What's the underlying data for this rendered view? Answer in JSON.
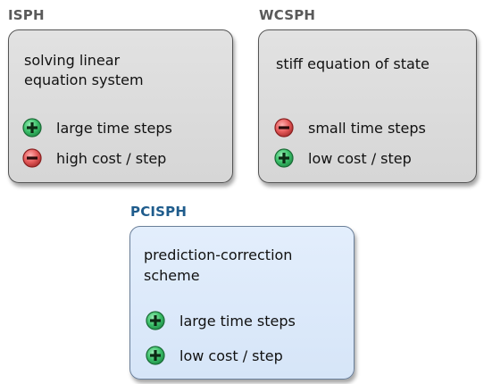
{
  "cards": {
    "isph": {
      "title": "ISPH",
      "desc_line1": "solving linear",
      "desc_line2": "equation system",
      "items": [
        {
          "sign": "plus",
          "label": "large time steps"
        },
        {
          "sign": "minus",
          "label": "high cost / step"
        }
      ]
    },
    "wcsph": {
      "title": "WCSPH",
      "desc_line1": "stiff equation of state",
      "items": [
        {
          "sign": "minus",
          "label": "small time steps"
        },
        {
          "sign": "plus",
          "label": "low cost / step"
        }
      ]
    },
    "pcisph": {
      "title": "PCISPH",
      "desc_line1": "prediction-correction",
      "desc_line2": "scheme",
      "items": [
        {
          "sign": "plus",
          "label": "large time steps"
        },
        {
          "sign": "plus",
          "label": "low cost / step"
        }
      ]
    }
  },
  "colors": {
    "title_gray": "#5a5a5a",
    "title_blue": "#1f5c8c",
    "plus_fill": "#3cc06a",
    "minus_fill": "#e55a5a"
  },
  "icons": {
    "plus": "plus-circle-icon",
    "minus": "minus-circle-icon"
  }
}
